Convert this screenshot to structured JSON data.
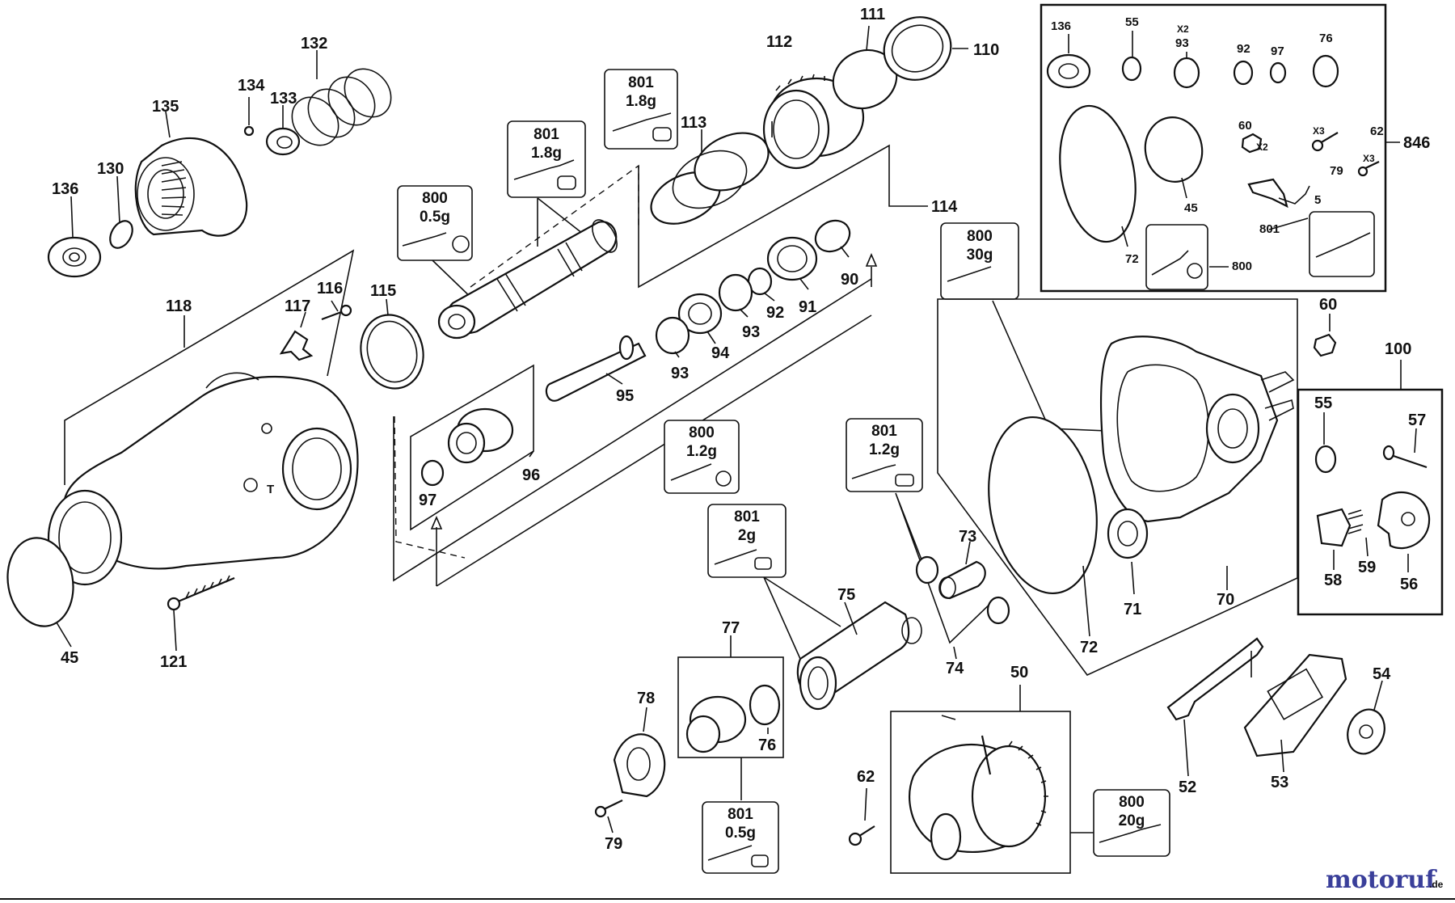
{
  "parts": {
    "p132": "132",
    "p134": "134",
    "p133": "133",
    "p135": "135",
    "p130": "130",
    "p136": "136",
    "p118": "118",
    "p117": "117",
    "p116": "116",
    "p115": "115",
    "p45": "45",
    "p121": "121",
    "p113": "113",
    "p112": "112",
    "p111": "111",
    "p110": "110",
    "p114": "114",
    "p93a": "93",
    "p94": "94",
    "p93b": "93",
    "p92": "92",
    "p91": "91",
    "p90": "90",
    "p95": "95",
    "p97": "97",
    "p96": "96",
    "p75": "75",
    "p73": "73",
    "p74": "74",
    "p77": "77",
    "p76": "76",
    "p78": "78",
    "p79": "79",
    "p62": "62",
    "p50": "50",
    "p72": "72",
    "p71": "71",
    "p70": "70",
    "p60": "60",
    "p100": "100",
    "p55": "55",
    "p57": "57",
    "p58": "58",
    "p59": "59",
    "p56": "56",
    "p52": "52",
    "p53": "53",
    "p54": "54"
  },
  "kit846": {
    "label": "846",
    "items": {
      "k136": "136",
      "k55": "55",
      "k93x": "X2",
      "k93": "93",
      "k92": "92",
      "k97": "97",
      "k76": "76",
      "k60": "60",
      "k60x": "X2",
      "k79x": "X3",
      "k79": "79",
      "k62": "62",
      "k62x": "X3",
      "k5": "5",
      "k72": "72",
      "k45": "45",
      "k801": "801",
      "k800": "800"
    }
  },
  "grease_boxes": [
    {
      "code": "801",
      "amount": "1.8g"
    },
    {
      "code": "801",
      "amount": "1.8g"
    },
    {
      "code": "800",
      "amount": "0.5g"
    },
    {
      "code": "800",
      "amount": "30g"
    },
    {
      "code": "800",
      "amount": "1.2g"
    },
    {
      "code": "801",
      "amount": "1.2g"
    },
    {
      "code": "801",
      "amount": "2g"
    },
    {
      "code": "801",
      "amount": "0.5g"
    },
    {
      "code": "800",
      "amount": "20g"
    }
  ],
  "watermark": {
    "text": "motoruf",
    "suffix": ".de",
    "color_main": "#3a3f9a",
    "color_accent": "#e07820"
  }
}
